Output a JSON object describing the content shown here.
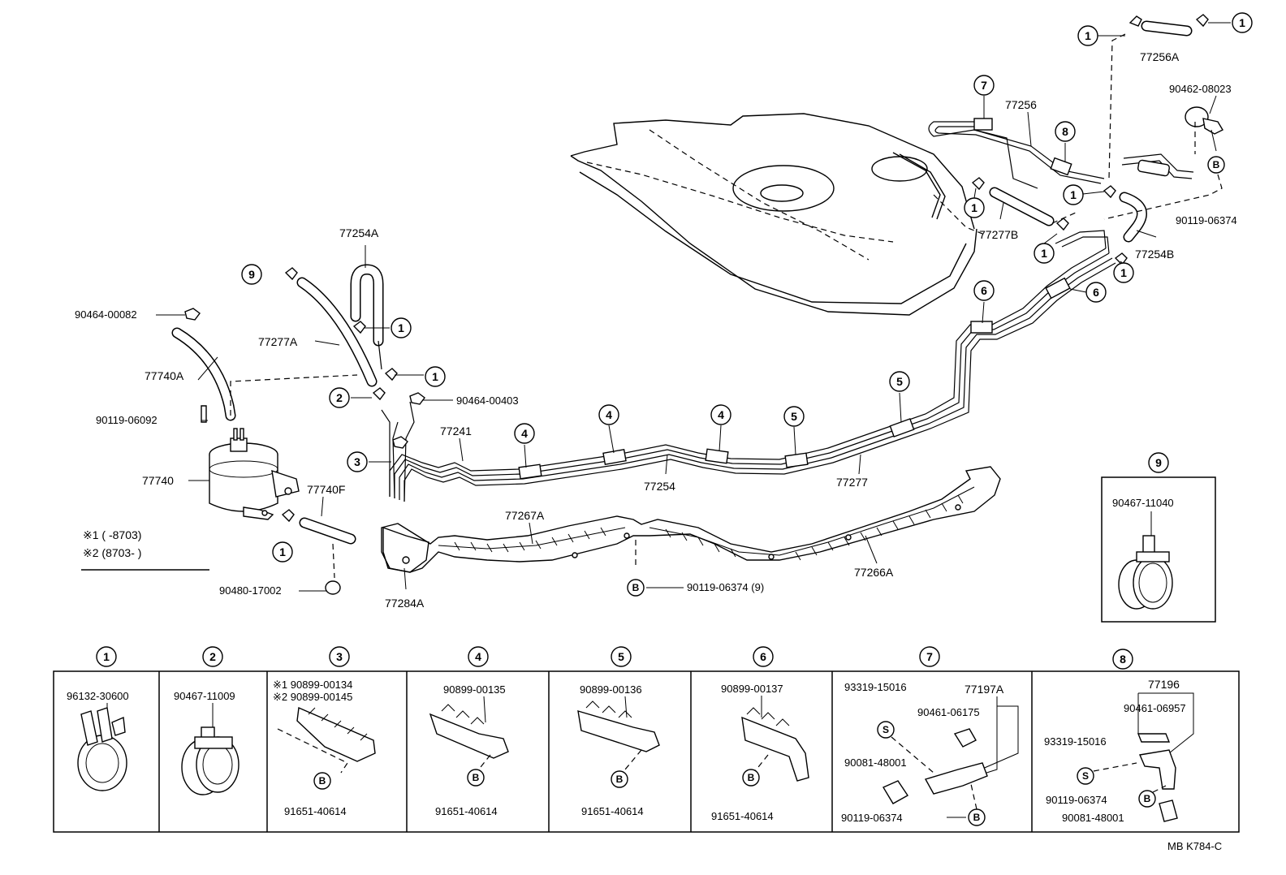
{
  "diagram": {
    "labels": {
      "p77256A": "77256A",
      "p90462_08023": "90462-08023",
      "p77256": "77256",
      "p77254A": "77254A",
      "p90464_00082": "90464-00082",
      "p77277A": "77277A",
      "p77740A": "77740A",
      "p90464_00403": "90464-00403",
      "p90119_06092": "90119-06092",
      "p77241": "77241",
      "p77740": "77740",
      "p77740F": "77740F",
      "p77254": "77254",
      "p77277": "77277",
      "p77267A": "77267A",
      "p77277B": "77277B",
      "p77254B": "77254B",
      "p90119_06374_top": "90119-06374",
      "p77266A": "77266A",
      "p77284A": "77284A",
      "p90480_17002": "90480-17002",
      "p90119_06374_9": "90119-06374  (9)",
      "note1": "※1 (         -8703)",
      "note2": "※2 (8703-           )",
      "footer": "MB  K784-C"
    },
    "callouts": {
      "c1": "1",
      "c2": "2",
      "c3": "3",
      "c4": "4",
      "c5": "5",
      "c6": "6",
      "c7": "7",
      "c8": "8",
      "c9": "9",
      "cB": "B",
      "cS": "S"
    },
    "inset9": {
      "number": "9",
      "part": "90467-11040"
    },
    "table": {
      "headers": [
        "1",
        "2",
        "3",
        "4",
        "5",
        "6",
        "7",
        "8"
      ],
      "cell1": {
        "part": "96132-30600"
      },
      "cell2": {
        "part": "90467-11009"
      },
      "cell3": {
        "part1": "※1  90899-00134",
        "part2": "※2  90899-00145",
        "bolt": "91651-40614"
      },
      "cell4": {
        "part": "90899-00135",
        "bolt": "91651-40614"
      },
      "cell5": {
        "part": "90899-00136",
        "bolt": "91651-40614"
      },
      "cell6": {
        "part": "90899-00137",
        "bolt": "91651-40614"
      },
      "cell7": {
        "screw": "93319-15016",
        "assy": "77197A",
        "bracket": "90461-06175",
        "clip": "90081-48001",
        "bolt": "90119-06374"
      },
      "cell8": {
        "assy": "77196",
        "bracket": "90461-06957",
        "screw": "93319-15016",
        "bolt": "90119-06374",
        "clip": "90081-48001"
      }
    }
  }
}
